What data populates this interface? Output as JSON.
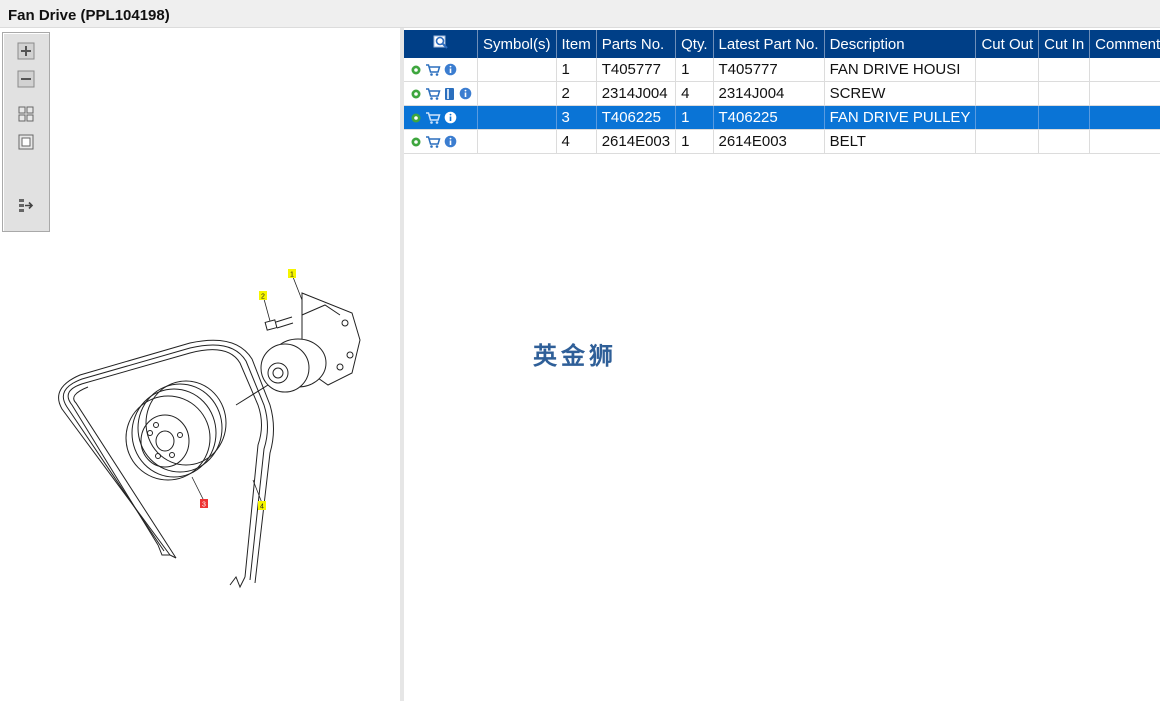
{
  "window": {
    "title": "Fan Drive (PPL104198)"
  },
  "toolbar": {
    "icons": [
      "zoom-in-icon",
      "zoom-out-icon",
      "fit-all-icon",
      "fit-window-icon",
      "export-icon"
    ]
  },
  "diagram": {
    "callouts": [
      "1",
      "2",
      "3",
      "4"
    ],
    "highlighted_callout": "3"
  },
  "table": {
    "header_icon": "search-icon",
    "headers": [
      "Symbol(s)",
      "Item",
      "Parts No.",
      "Qty.",
      "Latest Part No.",
      "Description",
      "Cut Out",
      "Cut In",
      "Comment"
    ],
    "rows": [
      {
        "item": "1",
        "part_no": "T405777",
        "qty": "1",
        "latest": "T405777",
        "desc": "FAN DRIVE HOUSI",
        "cut_out": "",
        "cut_in": "",
        "comment": ""
      },
      {
        "item": "2",
        "part_no": "2314J004",
        "qty": "4",
        "latest": "2314J004",
        "desc": "SCREW",
        "cut_out": "",
        "cut_in": "",
        "comment": ""
      },
      {
        "item": "3",
        "part_no": "T406225",
        "qty": "1",
        "latest": "T406225",
        "desc": "FAN DRIVE PULLEY",
        "cut_out": "",
        "cut_in": "",
        "comment": ""
      },
      {
        "item": "4",
        "part_no": "2614E003",
        "qty": "1",
        "latest": "2614E003",
        "desc": "BELT",
        "cut_out": "",
        "cut_in": "",
        "comment": ""
      }
    ],
    "selected_row": 2
  },
  "watermark": "英金狮",
  "colors": {
    "header_bg": "#003f87",
    "selected_row": "#0a74d6",
    "callout_yellow": "#f5f500",
    "callout_red": "#ee3333"
  }
}
